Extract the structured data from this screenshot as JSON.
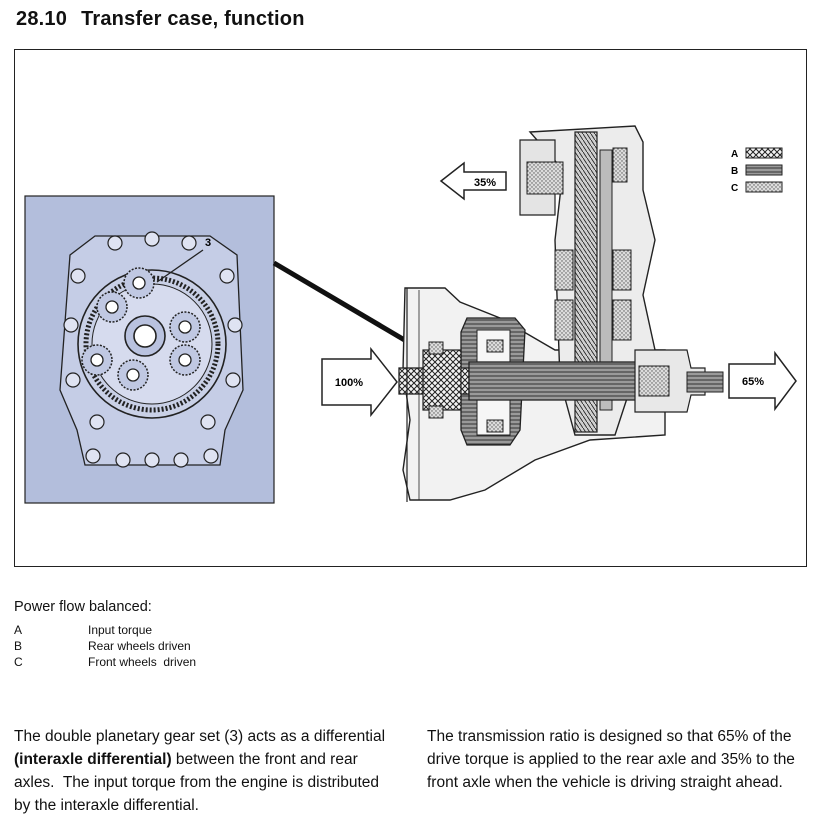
{
  "section": {
    "number": "28.10",
    "title": "Transfer case, function"
  },
  "figure": {
    "callout": "3",
    "arrow_in": "100%",
    "arrow_front": "35%",
    "arrow_rear": "65%",
    "legend_keys": [
      "A",
      "B",
      "C"
    ],
    "inset_color": "#b3bedc"
  },
  "power_flow": {
    "heading": "Power flow balanced:",
    "items": [
      {
        "key": "A",
        "label": "Input torque"
      },
      {
        "key": "B",
        "label": "Rear wheels driven"
      },
      {
        "key": "C",
        "label": "Front wheels  driven"
      }
    ]
  },
  "paragraphs": {
    "left": {
      "pre": "The double planetary gear set (3) acts as a differential ",
      "bold": "(interaxle differential)",
      "post": " between the front and rear axles.  The input torque from the engine is distributed by the interaxle differential."
    },
    "right": "The transmission ratio is designed so that 65% of the drive torque is applied to the rear axle and 35% to the front axle when the vehicle is driving straight ahead."
  }
}
